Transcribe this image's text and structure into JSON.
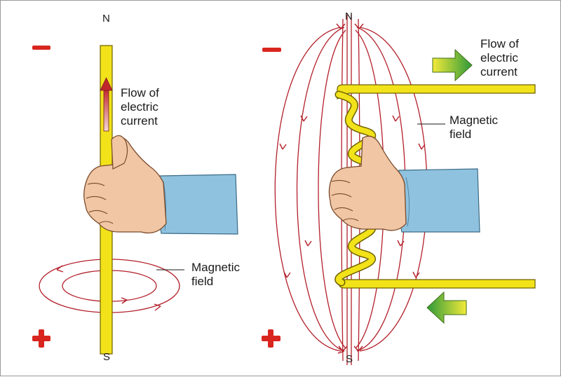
{
  "left": {
    "pole_top": "N",
    "pole_bottom": "S",
    "current_label": "Flow of\nelectric\ncurrent",
    "field_label": "Magnetic\nfield",
    "minus_sign": "negative terminal",
    "plus_sign": "positive terminal"
  },
  "right": {
    "pole_top": "N",
    "pole_bottom": "S",
    "current_label": "Flow of\nelectric\ncurrent",
    "field_label": "Magnetic\nfield",
    "minus_sign": "negative terminal",
    "plus_sign": "positive terminal"
  },
  "colors": {
    "wire": "#f2e21a",
    "wire_edge": "#8a7a00",
    "field_line": "#b3202a",
    "sign": "#d8261f",
    "skin": "#f0c6a4",
    "sleeve": "#8fc2de",
    "arrow_green": "#3aaa35"
  }
}
